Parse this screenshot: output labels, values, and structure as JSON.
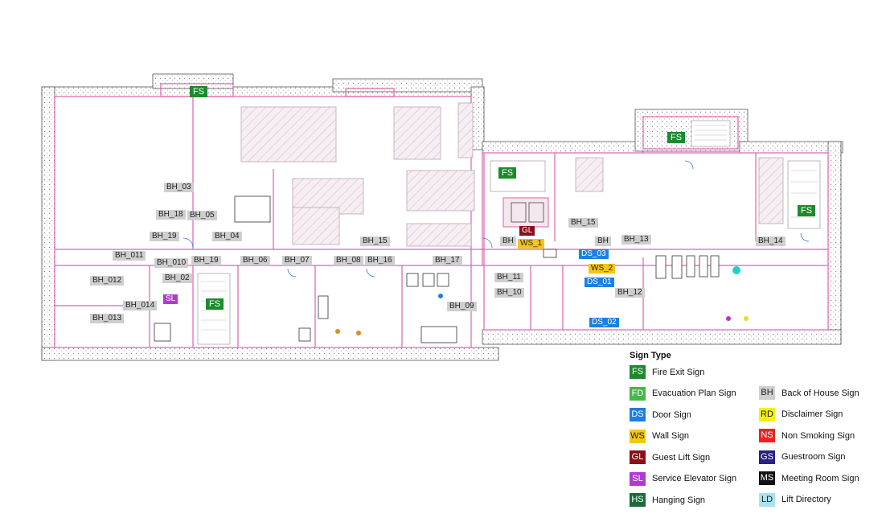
{
  "plan": {
    "colors": {
      "wall": "#e4c4dc",
      "room_line": "#e060b0",
      "hatch_fill": "#f3e9ef",
      "pattern_dot": "#8a8a8a",
      "background": "#ffffff"
    },
    "labels": [
      {
        "id": "fs_top",
        "type": "FS",
        "text": "FS"
      },
      {
        "id": "fs_right_top",
        "type": "FS",
        "text": "FS"
      },
      {
        "id": "fs_mid",
        "type": "FS",
        "text": "FS"
      },
      {
        "id": "fs_right",
        "type": "FS",
        "text": "FS"
      },
      {
        "id": "fs_bottom",
        "type": "FS",
        "text": "FS"
      },
      {
        "id": "gl",
        "type": "GL",
        "text": "GL"
      },
      {
        "id": "sl",
        "type": "SL",
        "text": "SL"
      },
      {
        "id": "ws1",
        "type": "WS",
        "text": "WS_1"
      },
      {
        "id": "ws2",
        "type": "WS",
        "text": "WS_2"
      },
      {
        "id": "ds03",
        "type": "DS",
        "text": "DS_03"
      },
      {
        "id": "ds01",
        "type": "DS",
        "text": "DS_01"
      },
      {
        "id": "ds02",
        "type": "DS",
        "text": "DS_02"
      },
      {
        "id": "bh03",
        "type": "BH",
        "text": "BH_03"
      },
      {
        "id": "bh18",
        "type": "BH",
        "text": "BH_18"
      },
      {
        "id": "bh05",
        "type": "BH",
        "text": "BH_05"
      },
      {
        "id": "bh19a",
        "type": "BH",
        "text": "BH_19"
      },
      {
        "id": "bh04",
        "type": "BH",
        "text": "BH_04"
      },
      {
        "id": "bh15a",
        "type": "BH",
        "text": "BH_15"
      },
      {
        "id": "bh15b",
        "type": "BH",
        "text": "BH_15"
      },
      {
        "id": "bh_a",
        "type": "BH",
        "text": "BH"
      },
      {
        "id": "bh_b",
        "type": "BH",
        "text": "BH"
      },
      {
        "id": "bh13",
        "type": "BH",
        "text": "BH_13"
      },
      {
        "id": "bh14",
        "type": "BH",
        "text": "BH_14"
      },
      {
        "id": "bh011",
        "type": "BH",
        "text": "BH_011"
      },
      {
        "id": "bh010",
        "type": "BH",
        "text": "BH_010"
      },
      {
        "id": "bh19b",
        "type": "BH",
        "text": "BH_19"
      },
      {
        "id": "bh06",
        "type": "BH",
        "text": "BH_06"
      },
      {
        "id": "bh07",
        "type": "BH",
        "text": "BH_07"
      },
      {
        "id": "bh08",
        "type": "BH",
        "text": "BH_08"
      },
      {
        "id": "bh16",
        "type": "BH",
        "text": "BH_16"
      },
      {
        "id": "bh17",
        "type": "BH",
        "text": "BH_17"
      },
      {
        "id": "bh012",
        "type": "BH",
        "text": "BH_012"
      },
      {
        "id": "bh02",
        "type": "BH",
        "text": "BH_02"
      },
      {
        "id": "bh11",
        "type": "BH",
        "text": "BH_11"
      },
      {
        "id": "bh10",
        "type": "BH",
        "text": "BH_10"
      },
      {
        "id": "bh12",
        "type": "BH",
        "text": "BH_12"
      },
      {
        "id": "bh014",
        "type": "BH",
        "text": "BH_014"
      },
      {
        "id": "bh013",
        "type": "BH",
        "text": "BH_013"
      },
      {
        "id": "bh09",
        "type": "BH",
        "text": "BH_09"
      }
    ]
  },
  "legend": {
    "title": "Sign Type",
    "items": [
      {
        "code": "FS",
        "name": "Fire Exit Sign",
        "bg": "#1e8a2e",
        "fg": "#ffffff"
      },
      {
        "code": "FD",
        "name": "Evacuation Plan Sign",
        "bg": "#46b84a",
        "fg": "#ffffff"
      },
      {
        "code": "DS",
        "name": "Door Sign",
        "bg": "#1e7fe0",
        "fg": "#ffffff"
      },
      {
        "code": "WS",
        "name": "Wall Sign",
        "bg": "#f5c518",
        "fg": "#222222"
      },
      {
        "code": "GL",
        "name": "Guest Lift Sign",
        "bg": "#8a1018",
        "fg": "#ffffff"
      },
      {
        "code": "SL",
        "name": "Service Elevator Sign",
        "bg": "#b03ad6",
        "fg": "#ffffff"
      },
      {
        "code": "HS",
        "name": "Hanging Sign",
        "bg": "#1c6b3c",
        "fg": "#ffffff"
      },
      {
        "code": "BH",
        "name": "Back of House Sign",
        "bg": "#cfcfcf",
        "fg": "#222222"
      },
      {
        "code": "RD",
        "name": "Disclaimer Sign",
        "bg": "#f2f20a",
        "fg": "#222222"
      },
      {
        "code": "NS",
        "name": "Non Smoking Sign",
        "bg": "#ee2222",
        "fg": "#ffffff"
      },
      {
        "code": "GS",
        "name": "Guestroom Sign",
        "bg": "#2c2080",
        "fg": "#ffffff"
      },
      {
        "code": "MS",
        "name": "Meeting Room Sign",
        "bg": "#111111",
        "fg": "#ffffff"
      },
      {
        "code": "LD",
        "name": "Lift Directory",
        "bg": "#a8e4ee",
        "fg": "#222222"
      }
    ]
  }
}
